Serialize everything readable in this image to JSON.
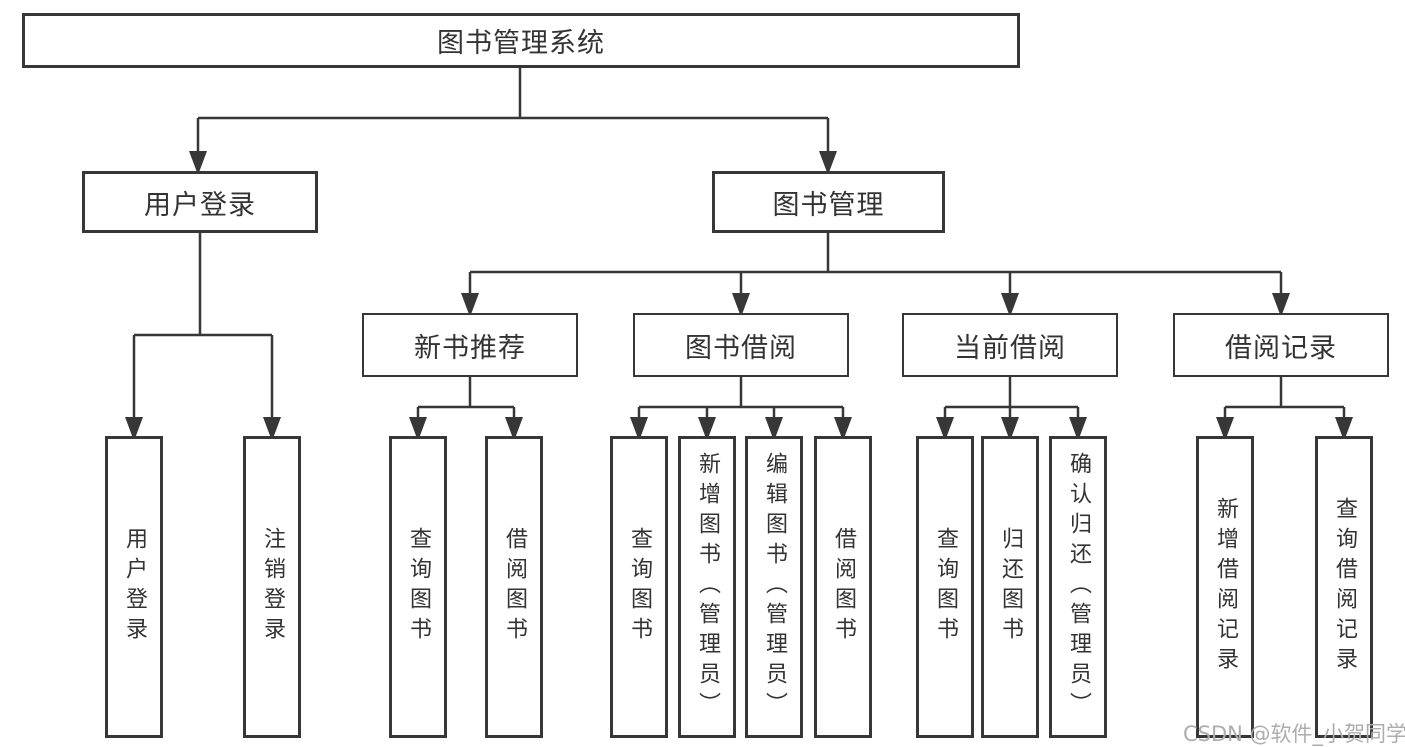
{
  "diagram": {
    "root": {
      "label": "图书管理系统"
    },
    "level2": [
      {
        "label": "用户登录"
      },
      {
        "label": "图书管理"
      }
    ],
    "level3": [
      {
        "label": "新书推荐"
      },
      {
        "label": "图书借阅"
      },
      {
        "label": "当前借阅"
      },
      {
        "label": "借阅记录"
      }
    ],
    "leaves": [
      {
        "label": "用户登录"
      },
      {
        "label": "注销登录"
      },
      {
        "label": "查询图书"
      },
      {
        "label": "借阅图书"
      },
      {
        "label": "查询图书"
      },
      {
        "label": "新增图书（管理员）"
      },
      {
        "label": "编辑图书（管理员）"
      },
      {
        "label": "借阅图书"
      },
      {
        "label": "查询图书"
      },
      {
        "label": "归还图书"
      },
      {
        "label": "确认归还（管理员）"
      },
      {
        "label": "新增借阅记录"
      },
      {
        "label": "查询借阅记录"
      }
    ],
    "watermark": "CSDN @软件_小贺同学",
    "colors": {
      "line": "#373737",
      "text": "#333333",
      "background": "#ffffff",
      "watermark": "#adadad"
    }
  }
}
